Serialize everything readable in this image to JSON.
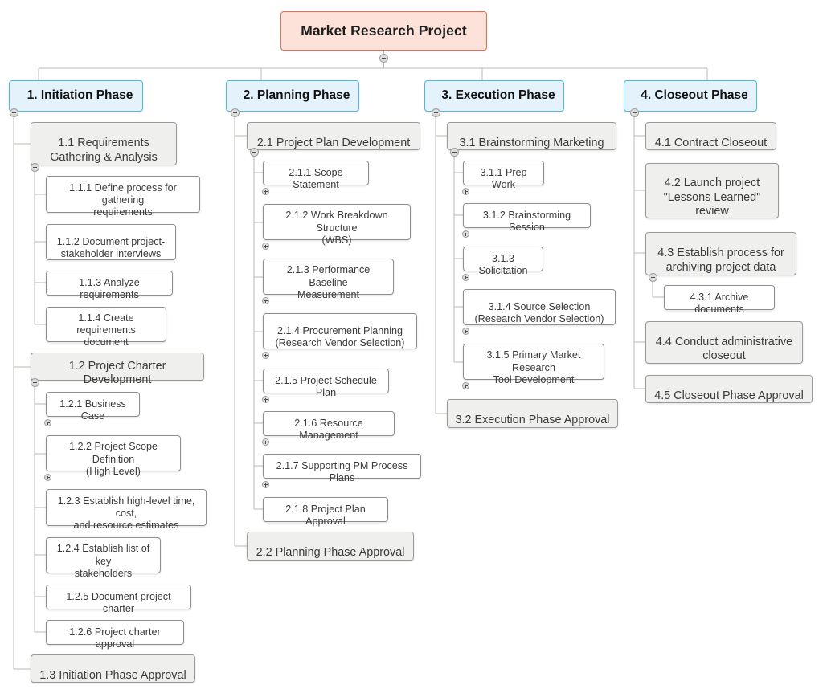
{
  "diagram": {
    "title": "Market Research Project",
    "type": "work-breakdown-structure",
    "colors": {
      "root_fill": "#fde2da",
      "root_border": "#ef6c4b",
      "phase_fill": "#e4f3fb",
      "phase_border": "#4fb7dd",
      "level2_fill": "#efefed",
      "level3_fill": "#ffffff",
      "connector": "#b8b8b0",
      "text": "#3b3b3b"
    },
    "root": {
      "label": "Market Research Project"
    },
    "phases": [
      {
        "id": "1",
        "label": "1.  Initiation Phase",
        "children": [
          {
            "num": "1.1",
            "text": "Requirements\nGathering & Analysis",
            "children": [
              {
                "num": "1.1.1",
                "text": "Define process for gathering\nrequirements"
              },
              {
                "num": "1.1.2",
                "text": "Document project-\nstakeholder interviews"
              },
              {
                "num": "1.1.3",
                "text": "Analyze requirements"
              },
              {
                "num": "1.1.4",
                "text": "Create requirements\ndocument"
              }
            ]
          },
          {
            "num": "1.2",
            "text": "Project Charter Development",
            "children": [
              {
                "num": "1.2.1",
                "text": "Business Case"
              },
              {
                "num": "1.2.2",
                "text": "Project Scope Definition\n(High Level)"
              },
              {
                "num": "1.2.3",
                "text": "Establish high-level time, cost,\nand resource estimates"
              },
              {
                "num": "1.2.4",
                "text": "Establish list of key\nstakeholders"
              },
              {
                "num": "1.2.5",
                "text": "Document project charter"
              },
              {
                "num": "1.2.6",
                "text": "Project charter approval"
              }
            ]
          },
          {
            "num": "1.3",
            "text": "Initiation Phase Approval",
            "children": []
          }
        ]
      },
      {
        "id": "2",
        "label": "2.  Planning Phase",
        "children": [
          {
            "num": "2.1",
            "text": "Project Plan Development",
            "children": [
              {
                "num": "2.1.1",
                "text": "Scope Statement"
              },
              {
                "num": "2.1.2",
                "text": "Work Breakdown Structure\n(WBS)"
              },
              {
                "num": "2.1.3",
                "text": "Performance Baseline\nMeasurement"
              },
              {
                "num": "2.1.4",
                "text": "Procurement Planning\n(Research Vendor Selection)"
              },
              {
                "num": "2.1.5",
                "text": "Project Schedule Plan"
              },
              {
                "num": "2.1.6",
                "text": "Resource Management"
              },
              {
                "num": "2.1.7",
                "text": "Supporting PM Process Plans"
              },
              {
                "num": "2.1.8",
                "text": "Project Plan Approval"
              }
            ]
          },
          {
            "num": "2.2",
            "text": "Planning Phase Approval",
            "children": []
          }
        ]
      },
      {
        "id": "3",
        "label": "3.  Execution Phase",
        "children": [
          {
            "num": "3.1",
            "text": "Brainstorming Marketing",
            "children": [
              {
                "num": "3.1.1",
                "text": "Prep Work"
              },
              {
                "num": "3.1.2",
                "text": "Brainstorming Session"
              },
              {
                "num": "3.1.3",
                "text": "Solicitation"
              },
              {
                "num": "3.1.4",
                "text": "Source Selection\n(Research Vendor Selection)"
              },
              {
                "num": "3.1.5",
                "text": "Primary Market Research\nTool Development"
              }
            ]
          },
          {
            "num": "3.2",
            "text": "Execution Phase Approval",
            "children": []
          }
        ]
      },
      {
        "id": "4",
        "label": "4.  Closeout Phase",
        "children": [
          {
            "num": "4.1",
            "text": "Contract Closeout",
            "children": []
          },
          {
            "num": "4.2",
            "text": "Launch project\n\"Lessons Learned\"\nreview",
            "children": []
          },
          {
            "num": "4.3",
            "text": "Establish process for\narchiving project data",
            "children": [
              {
                "num": "4.3.1",
                "text": "Archive documents"
              }
            ]
          },
          {
            "num": "4.4",
            "text": "Conduct administrative\ncloseout",
            "children": []
          },
          {
            "num": "4.5",
            "text": "Closeout Phase Approval",
            "children": []
          }
        ]
      }
    ],
    "toggles": {
      "collapse_symbol": "-",
      "expand_symbol": "+"
    }
  }
}
